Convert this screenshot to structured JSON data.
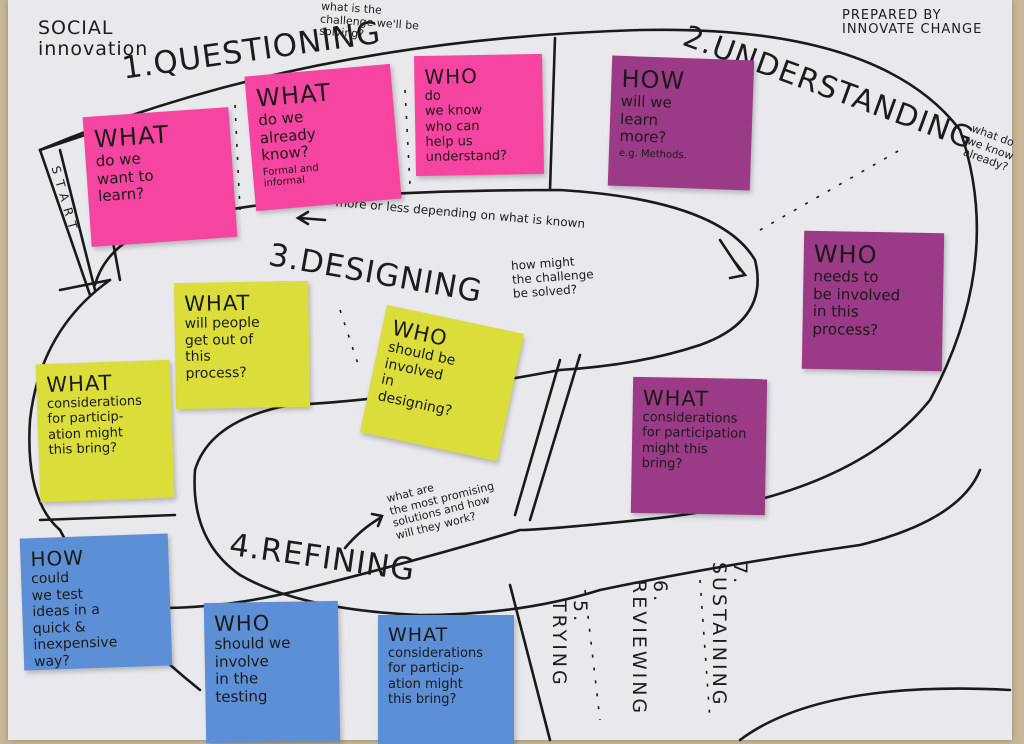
{
  "header": {
    "top_left": "SOCIAL\ninnovation",
    "top_right": "PREPARED BY\nINNOVATE CHANGE"
  },
  "stages": {
    "s1": "1.QUESTIONING",
    "s2": "2.UNDERSTANDING",
    "s3": "3.DESIGNING",
    "s4": "4.REFINING",
    "s5": "5.\nTRYING",
    "s6": "6.\nREVIEWING",
    "s7": "7.\nSUSTAINING",
    "start": "START"
  },
  "questions": {
    "q1": "what is the\nchallenge we'll be\nsolving?",
    "q2": "what do\nwe know\nalready?",
    "q3": "how might\nthe challenge\nbe solved?",
    "q4": "what are\nthe most promising\nsolutions and how\nwill they work?",
    "connector": "more or less depending on what is known"
  },
  "notes": {
    "n1": {
      "head": "WHAT",
      "body": "do we\nwant to\nlearn?"
    },
    "n2": {
      "head": "WHAT",
      "body": "do we\nalready\nknow?",
      "small": "Formal and\ninformal"
    },
    "n3": {
      "head": "WHO",
      "body": "do\nwe know\nwho can\nhelp us\nunderstand?"
    },
    "n4": {
      "head": "HOW",
      "body": "will we\nlearn\nmore?",
      "small": "e.g. Methods."
    },
    "n5": {
      "head": "WHO",
      "body": "needs to\nbe involved\nin this\nprocess?"
    },
    "n6": {
      "head": "WHAT",
      "body": "will people\nget out of\nthis\nprocess?"
    },
    "n7": {
      "head": "WHO",
      "body": "should be\ninvolved\nin\ndesigning?"
    },
    "n8": {
      "head": "WHAT",
      "body": "considerations\nfor particip-\nation might\nthis bring?"
    },
    "n9": {
      "head": "WHAT",
      "body": "considerations\nfor participation\nmight this\nbring?"
    },
    "n10": {
      "head": "HOW",
      "body": "could\nwe test\nideas in a\nquick &\ninexpensive\nway?"
    },
    "n11": {
      "head": "WHO",
      "body": "should we\ninvolve\nin the\ntesting"
    },
    "n12": {
      "head": "WHAT",
      "body": "considerations\nfor particip-\nation might\nthis bring?"
    }
  },
  "colors": {
    "questioning": "#f545a0",
    "understanding": "#9b3a86",
    "designing": "#dadd3a",
    "refining": "#5c8fd6"
  }
}
